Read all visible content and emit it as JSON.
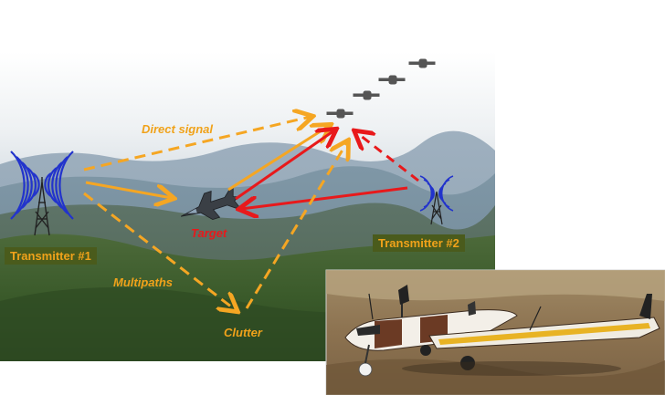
{
  "labels": {
    "direct_signal": "Direct signal",
    "target": "Target",
    "multipaths": "Multipaths",
    "clutter": "Clutter",
    "transmitter_1": "Transmitter #1",
    "transmitter_2": "Transmitter #2"
  },
  "colors": {
    "direct_path": "#f5a623",
    "target_path": "#e8191b",
    "label_orange": "#f0a21a",
    "target_label": "#e8191b",
    "antenna_blue": "#2233cc",
    "box_green": "#4a5b1c"
  }
}
